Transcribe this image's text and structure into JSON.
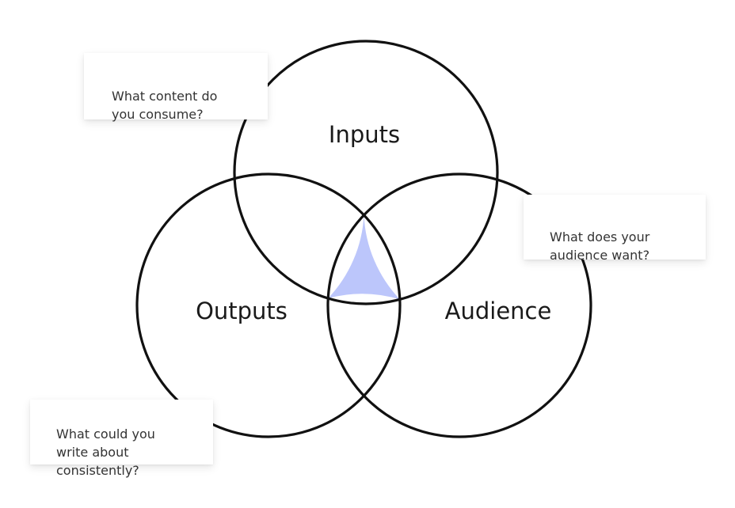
{
  "diagram": {
    "type": "venn",
    "sets": [
      {
        "id": "inputs",
        "label": "Inputs"
      },
      {
        "id": "outputs",
        "label": "Outputs"
      },
      {
        "id": "audience",
        "label": "Audience"
      }
    ],
    "highlight": {
      "region": "inputs ∩ outputs ∩ audience",
      "color": "#BCC6FB"
    },
    "stroke_color": "#111111"
  },
  "cards": {
    "inputs": {
      "text": "What content do\nyou consume?"
    },
    "audience": {
      "text": "What does your\naudience want?"
    },
    "outputs": {
      "text": "What could you\nwrite about\nconsistently?"
    }
  }
}
